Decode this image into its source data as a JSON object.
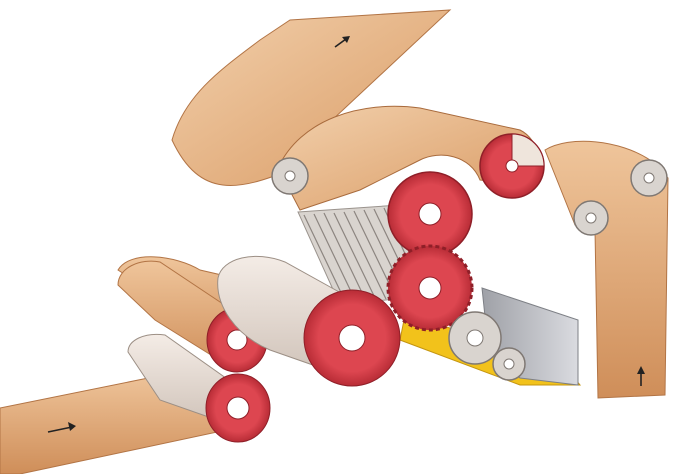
{
  "diagram": {
    "type": "corrugator-single-facer-illustration",
    "labels": [],
    "flow_arrows": [
      {
        "name": "flow-arrow-in",
        "glyph": "→"
      },
      {
        "name": "flow-arrow-out-top",
        "glyph": "↗"
      },
      {
        "name": "flow-arrow-liner",
        "glyph": "↑"
      }
    ],
    "colors": {
      "paper": "#e7b98d",
      "paper_dark": "#c98a57",
      "paper_light": "#f2d3b2",
      "roll_face": "#d7404a",
      "roll_core": "#ffffff",
      "glue_roll": "#d9d4cf",
      "glue_tray": "#f2c21b",
      "blade": "#bdbec3"
    }
  }
}
